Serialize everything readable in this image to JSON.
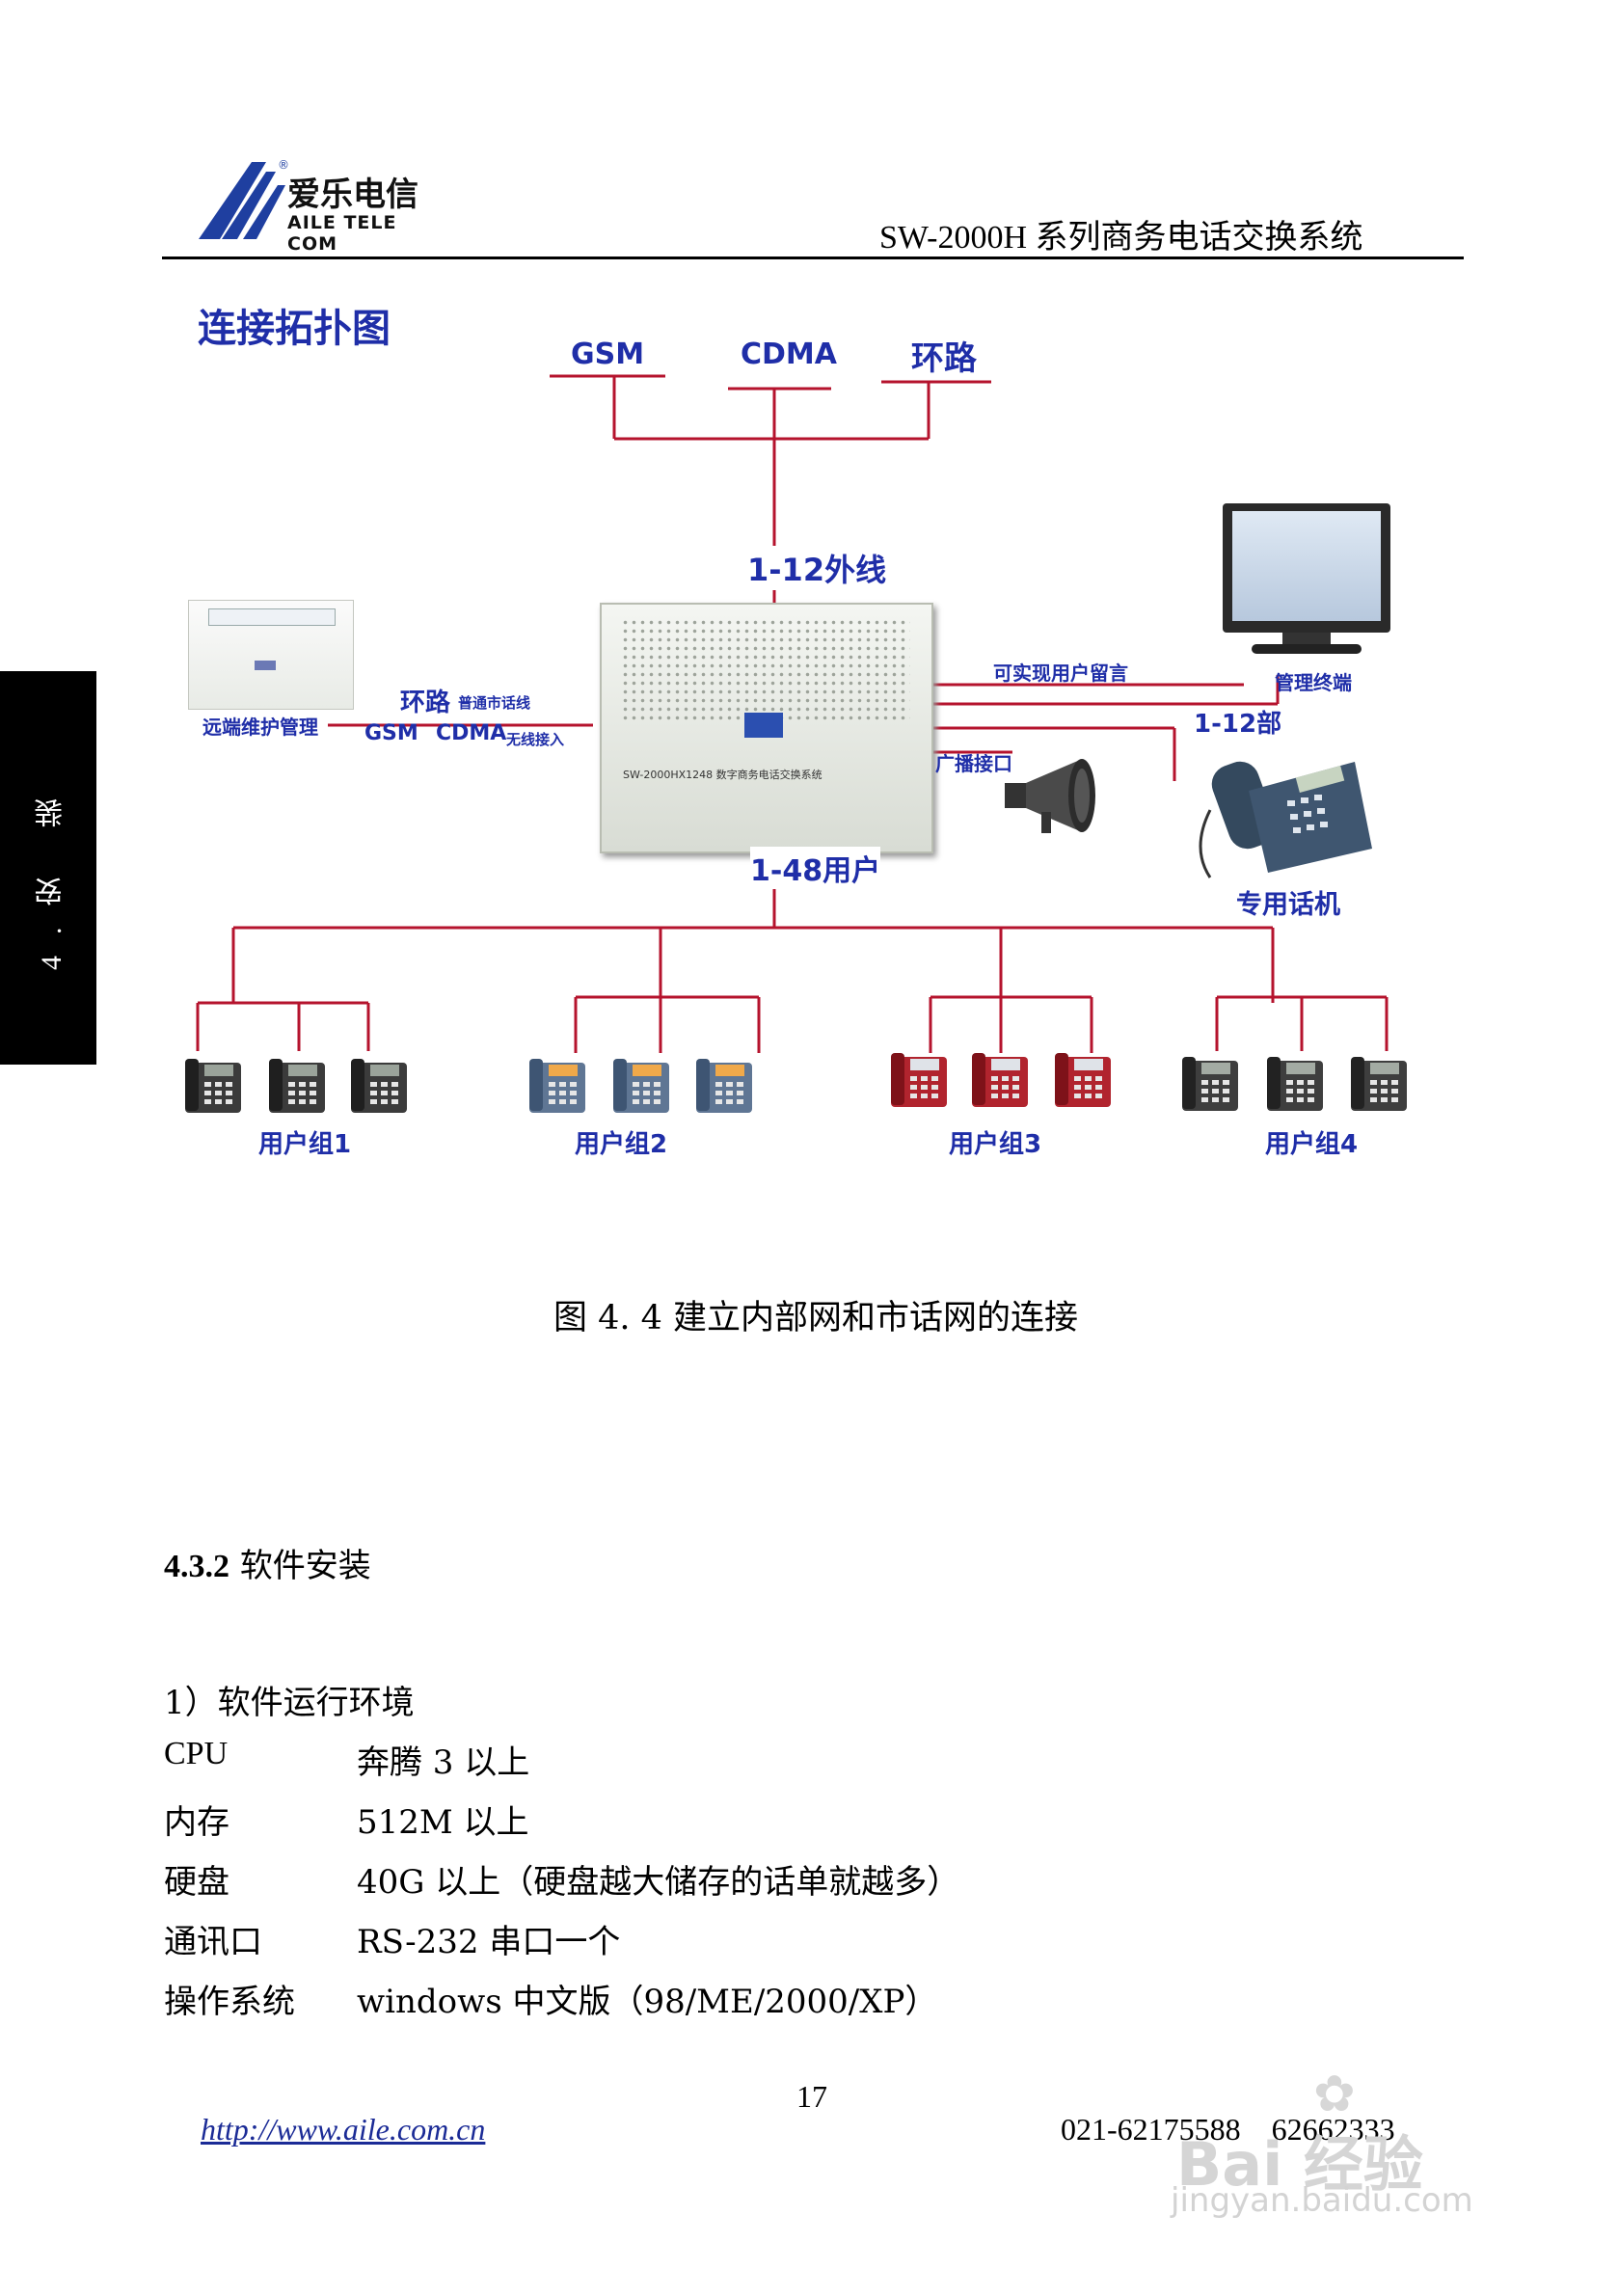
{
  "header": {
    "logo_cn": "爱乐电信",
    "logo_en": "AILE TELE COM",
    "logo_reg": "®",
    "doc_title": "SW-2000H 系列商务电话交换系统"
  },
  "side_tab": {
    "label": "4.安  装"
  },
  "diagram": {
    "title": "连接拓扑图",
    "top_labels": [
      "GSM",
      "CDMA",
      "环路"
    ],
    "outer_lines_label": "1-12外线",
    "device_text": "SW-2000HX1248 数字商务电话交换系统",
    "remote_label": "远端维护管理",
    "loop_label": "环路",
    "loop_sub": "普通市话线",
    "gsm_label": "GSM",
    "cdma_label": "CDMA",
    "wireless_label": "无线接入",
    "voicemail_label": "可实现用户留言",
    "terminal_label": "管理终端",
    "dedicated_count_label": "1-12部",
    "broadcast_label": "广播接口",
    "dedicated_phone_label": "专用话机",
    "users_label": "1-48用户",
    "groups": [
      "用户组1",
      "用户组2",
      "用户组3",
      "用户组4"
    ],
    "colors": {
      "line": "#b5132d",
      "label_blue": "#1f2ea8"
    }
  },
  "caption": "图 4. 4 建立内部网和市话网的连接",
  "section": {
    "number": "4.3.2",
    "title": "软件安装"
  },
  "env_heading": "1）软件运行环境",
  "specs": [
    {
      "label": "CPU",
      "value": "奔腾 3 以上"
    },
    {
      "label": "内存",
      "value": "512M 以上"
    },
    {
      "label": "硬盘",
      "value": "40G 以上（硬盘越大储存的话单就越多）"
    },
    {
      "label": "通讯口",
      "value": "RS-232 串口一个"
    },
    {
      "label": "操作系统",
      "value": "windows 中文版（98/ME/2000/XP）"
    }
  ],
  "footer": {
    "page_number": "17",
    "url": "http://www.aile.com.cn",
    "phone": "021-62175588    62662333"
  },
  "watermark": {
    "brand": "Bai 经验",
    "url": "jingyan.baidu.com"
  }
}
